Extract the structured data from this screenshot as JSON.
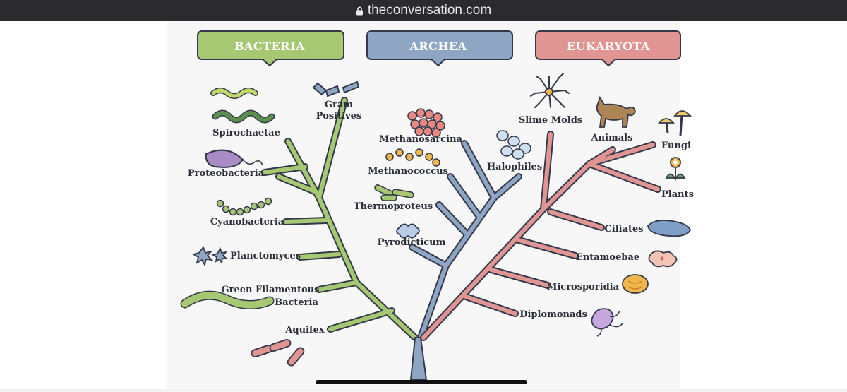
{
  "browser": {
    "url": "theconversation.com"
  },
  "colors": {
    "bacteria": "#a6c872",
    "archaea": "#8fa5c4",
    "eukaryota": "#e09593",
    "outline": "#33384a"
  },
  "domains": {
    "bacteria": {
      "title": "BACTERIA"
    },
    "archaea": {
      "title": "ARCHEA"
    },
    "eukaryota": {
      "title": "EUKARYOTA"
    }
  },
  "bacteria": {
    "spirochaetae": "Spirochaetae",
    "gram_positives_1": "Gram",
    "gram_positives_2": "Positives",
    "proteobacteria": "Proteobacteria",
    "cyanobacteria": "Cyanobacteria",
    "planctomyces": "Planctomyces",
    "green_filamentous_1": "Green Filamentous",
    "green_filamentous_2": "Bacteria",
    "aquifex": "Aquifex"
  },
  "archaea": {
    "methanosarcina": "Methanosarcina",
    "methanococcus": "Methanococcus",
    "halophiles": "Halophiles",
    "thermoproteus": "Thermoproteus",
    "pyrodicticum": "Pyrodicticum"
  },
  "eukaryota": {
    "slime_molds": "Slime Molds",
    "animals": "Animals",
    "fungi": "Fungi",
    "plants": "Plants",
    "ciliates": "Ciliates",
    "entamoebae": "Entamoebae",
    "microsporidia": "Microsporidia",
    "diplomonads": "Diplomonads"
  }
}
